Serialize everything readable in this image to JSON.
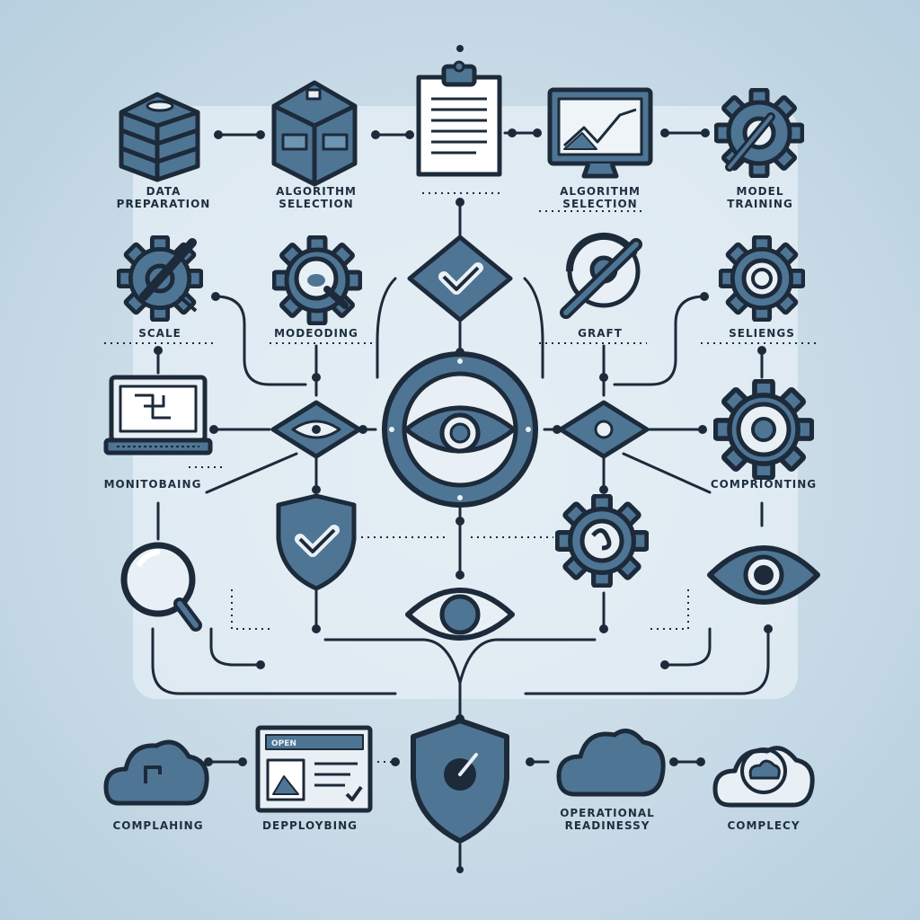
{
  "labels": {
    "data_preparation": "DATA\nPREPARATION",
    "algorithm_selection_1": "ALGORITHM\nSELECTION",
    "algorithm_selection_2": "ALGORITHM\nSELECTION",
    "model_training": "MODEL\nTRAINING",
    "scale": "SCALE",
    "modeling": "MODEODING",
    "graft": "GRAFT",
    "selecting": "SELIENGS",
    "monitoring": "MONITOBAING",
    "comprehending": "COMPRIONTING",
    "complaining": "COMPLAHING",
    "deploying": "DEPPLOYBING",
    "operational_readiness": "OPERATIONAL\nREADINESSY",
    "complexity": "COMPLECY",
    "app_window_title": "OPEN"
  },
  "colors": {
    "primary_fill": "#4f7595",
    "dark_stroke": "#1c2a3a",
    "light_fill": "#e9f0f5",
    "panel": "#e6eff5"
  },
  "icons": [
    "database-icon",
    "server-cube-icon",
    "clipboard-document-icon",
    "monitor-chart-icon",
    "gear-wrench-icon",
    "gear-wrench-icon",
    "gear-magnifier-icon",
    "check-diamond-icon",
    "wrench-circle-icon",
    "gear-target-icon",
    "terminal-monitor-icon",
    "eye-diamond-icon",
    "central-eye-icon",
    "eye-diamond-icon",
    "gear-target-icon",
    "magnifier-icon",
    "shield-check-icon",
    "gear-link-icon",
    "eye-icon",
    "eye-icon",
    "cloud-upload-icon",
    "browser-window-icon",
    "shield-gauge-icon",
    "cloud-icon",
    "cloud-circle-icon"
  ]
}
